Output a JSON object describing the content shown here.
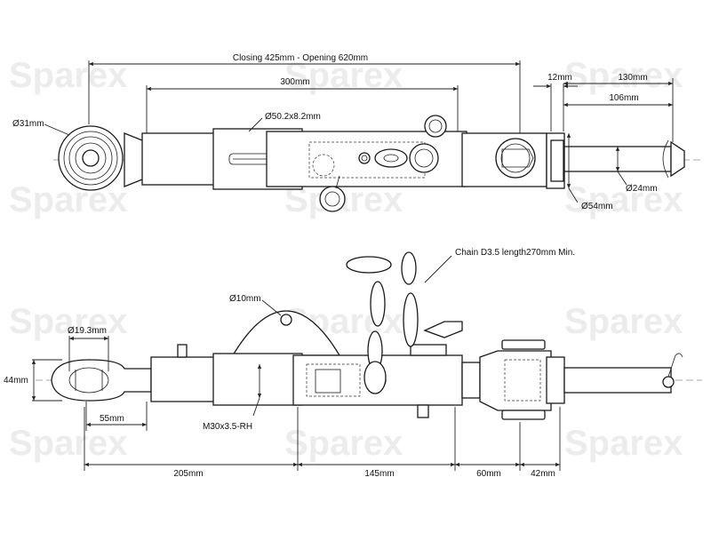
{
  "watermark": {
    "text": "Sparex"
  },
  "top_view": {
    "dimensions": {
      "overall_length": "Closing 425mm - Opening 620mm",
      "thread_length": "300mm",
      "ball_diameter": "Ø31mm",
      "tube_size": "Ø50.2x8.2mm",
      "pin_offset": "12mm",
      "pin_length": "130mm",
      "pin_effective": "106mm",
      "pin_diameter": "Ø24mm",
      "washer_diameter": "Ø54mm"
    }
  },
  "side_view": {
    "dimensions": {
      "chain": "Chain D3.5 length270mm Min.",
      "hole_diameter": "Ø10mm",
      "ball_width": "Ø19.3mm",
      "height": "44mm",
      "ball_offset": "55mm",
      "thread": "M30x3.5-RH",
      "section_a": "205mm",
      "section_b": "145mm",
      "section_c": "60mm",
      "section_d": "42mm"
    }
  }
}
